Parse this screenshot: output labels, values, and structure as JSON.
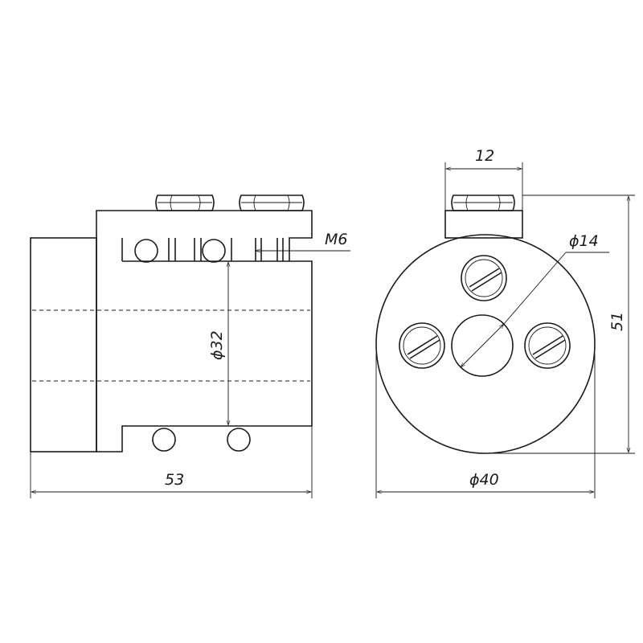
{
  "drawing": {
    "side_view": {
      "length_label": "53",
      "bore_label": "ϕ32",
      "thread_label": "M6"
    },
    "front_view": {
      "width_label": "12",
      "height_label": "51",
      "center_bore_label": "ϕ14",
      "outer_diameter_label": "ϕ40"
    }
  }
}
